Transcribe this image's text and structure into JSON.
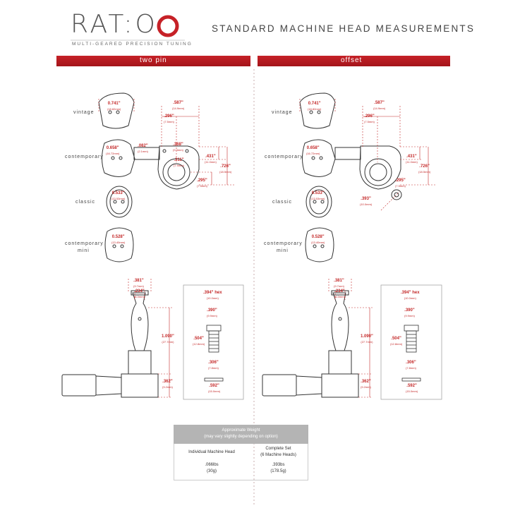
{
  "logo": {
    "text": "RAT:O",
    "tagline": "MULTI-GEARED PRECISION TUNING"
  },
  "title": "STANDARD MACHINE HEAD MEASUREMENTS",
  "sections": {
    "left": "two pin",
    "right": "offset"
  },
  "button_labels": {
    "vintage": "vintage",
    "contemporary": "contemporary",
    "classic": "classic",
    "contemporary_mini_1": "contemporary",
    "contemporary_mini_2": "mini"
  },
  "button_dims": {
    "vintage": {
      "in": "0.741\"",
      "mm": "(18.82mm)"
    },
    "contemporary": {
      "in": "0.658\"",
      "mm": "(16.72mm)"
    },
    "classic": {
      "in": "0.533\"",
      "mm": "(13.53mm)"
    },
    "mini": {
      "in": "0.528\"",
      "mm": "(13.40mm)"
    }
  },
  "top_dims": {
    "d587": {
      "in": ".587\"",
      "mm": "(14.9mm)"
    },
    "d296": {
      "in": ".296\"",
      "mm": "(7.5mm)"
    },
    "d082": {
      "in": ".082\"",
      "mm": "(2.1mm)"
    },
    "d368": {
      "in": ".368\"",
      "mm": "(9.3mm)"
    },
    "d431": {
      "in": ".431\"",
      "mm": "(11.0mm)"
    },
    "d311": {
      "in": ".311\"",
      "mm": "(7.9mm)"
    },
    "d726": {
      "in": ".726\"",
      "mm": "(18.5mm)"
    },
    "d295": {
      "in": ".295\"",
      "mm": "(7.5mm)"
    },
    "d393": {
      "in": ".393\"",
      "mm": "(10.0mm)"
    }
  },
  "side_dims": {
    "d381": {
      "in": ".381\"",
      "mm": "(9.7mm)"
    },
    "d234": {
      "in": ".234\"",
      "mm": "(6.0mm)"
    },
    "d1090": {
      "in": "1.090\"",
      "mm": "(27.7mm)"
    },
    "d362": {
      "in": ".362\"",
      "mm": "(9.2mm)"
    }
  },
  "hex_dims": {
    "hex": {
      "in": ".394\" hex",
      "mm": "(10.0mm)"
    },
    "d390": {
      "in": ".390\"",
      "mm": "(9.9mm)"
    },
    "d504": {
      "in": ".504\"",
      "mm": "(12.8mm)"
    },
    "d306": {
      "in": ".306\"",
      "mm": "(7.8mm)"
    },
    "d592": {
      "in": ".592\"",
      "mm": "(15.0mm)"
    }
  },
  "weight": {
    "title": "Approximate Weight",
    "subtitle": "(may vary slightly depending on option)",
    "individual_label": "Individual Machine Head",
    "individual_value": ".066lbs",
    "individual_metric": "(30g)",
    "set_label": "Complete Set",
    "set_sublabel": "(6 Machine Heads)",
    "set_value": ".393bs",
    "set_metric": "(178.5g)"
  },
  "colors": {
    "accent": "#c42a2a",
    "band": "#b51a20",
    "logo_o": "#c62127"
  }
}
